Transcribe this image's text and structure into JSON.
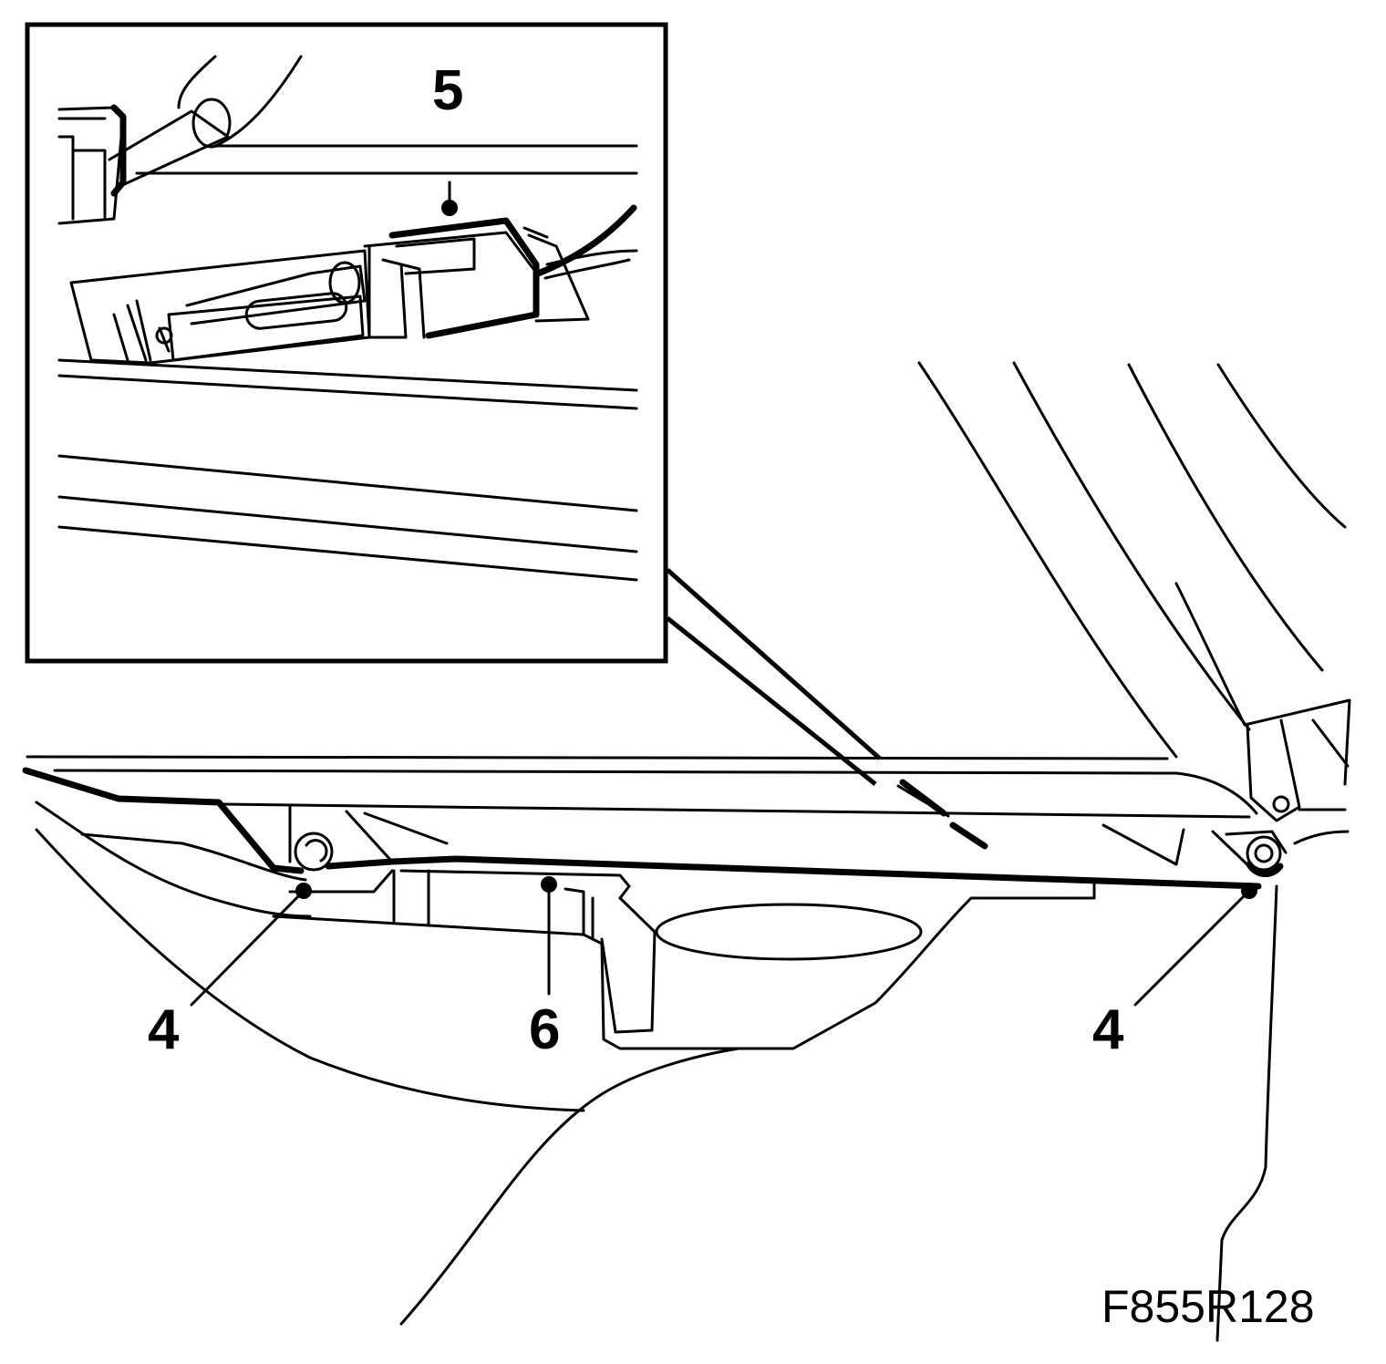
{
  "callouts": {
    "label_5": "5",
    "label_4_left": "4",
    "label_6": "6",
    "label_4_right": "4"
  },
  "figure_code": "F855R128",
  "colors": {
    "ink": "#000000",
    "paper": "#ffffff"
  }
}
